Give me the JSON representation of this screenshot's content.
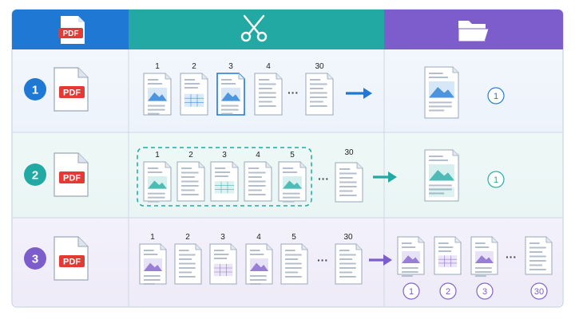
{
  "header": {
    "pdf_label": "PDF",
    "icons": [
      "pdf-file-icon",
      "scissors-icon",
      "folder-icon"
    ],
    "colors": {
      "col1": "#1e78d4",
      "col2": "#22a9a4",
      "col3": "#7d5ccb"
    }
  },
  "rows": [
    {
      "number": "1",
      "pdf_label": "PDF",
      "color": "#1e78d4",
      "page_labels": [
        "1",
        "2",
        "3",
        "4",
        "30"
      ],
      "result_labels": [
        "1"
      ]
    },
    {
      "number": "2",
      "pdf_label": "PDF",
      "color": "#22a9a4",
      "page_labels": [
        "1",
        "2",
        "3",
        "4",
        "5",
        "30"
      ],
      "result_labels": [
        "1"
      ]
    },
    {
      "number": "3",
      "pdf_label": "PDF",
      "color": "#7d5ccb",
      "page_labels": [
        "1",
        "2",
        "3",
        "4",
        "5",
        "30"
      ],
      "result_labels": [
        "1",
        "2",
        "3",
        "30"
      ]
    }
  ],
  "ellipsis": "···"
}
